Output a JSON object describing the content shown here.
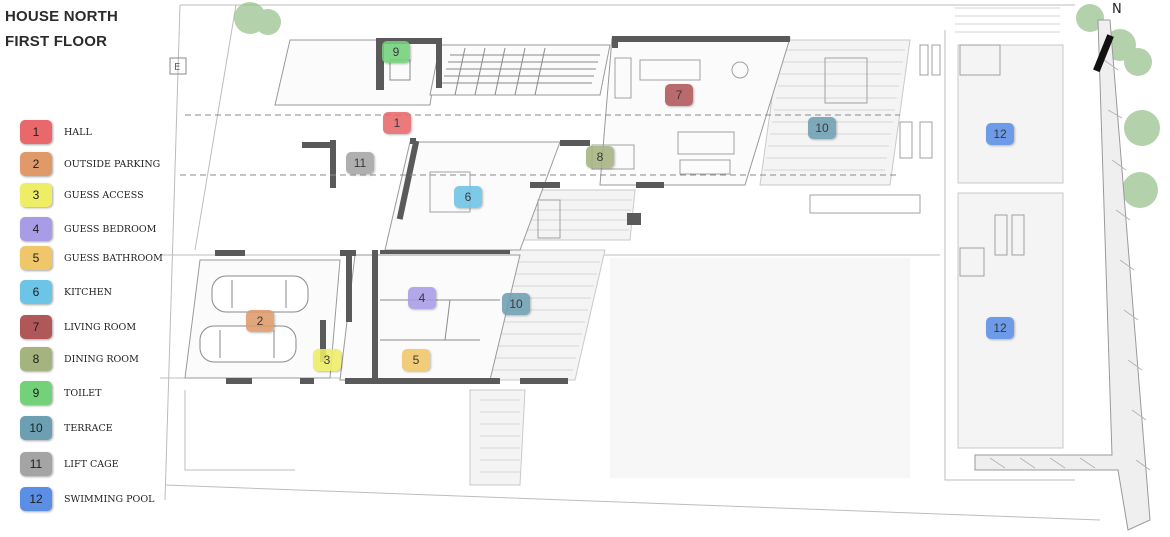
{
  "title": {
    "line1": "HOUSE NORTH",
    "line2": "FIRST FLOOR"
  },
  "north_label": "N",
  "legend": [
    {
      "num": "1",
      "label": "HALL",
      "color": "#e8686b"
    },
    {
      "num": "2",
      "label": "OUTSIDE PARKING",
      "color": "#e09a6a"
    },
    {
      "num": "3",
      "label": "GUESS ACCESS",
      "color": "#eeee66"
    },
    {
      "num": "4",
      "label": "GUESS BEDROOM",
      "color": "#a99ce6"
    },
    {
      "num": "5",
      "label": "GUESS BATHROOM",
      "color": "#f0c768"
    },
    {
      "num": "6",
      "label": "KITCHEN",
      "color": "#6cc4e6"
    },
    {
      "num": "7",
      "label": "LIVING ROOM",
      "color": "#b0575a"
    },
    {
      "num": "8",
      "label": "DINING ROOM",
      "color": "#a5b37f"
    },
    {
      "num": "9",
      "label": "TOILET",
      "color": "#73d17a"
    },
    {
      "num": "10",
      "label": "TERRACE",
      "color": "#6d9fb3"
    },
    {
      "num": "11",
      "label": "LIFT CAGE",
      "color": "#a4a4a4"
    },
    {
      "num": "12",
      "label": "SWIMMING POOL",
      "color": "#5b8fe6"
    }
  ],
  "plan_tags": [
    {
      "num": "9"
    },
    {
      "num": "1"
    },
    {
      "num": "11"
    },
    {
      "num": "7"
    },
    {
      "num": "8"
    },
    {
      "num": "10"
    },
    {
      "num": "6"
    },
    {
      "num": "12"
    },
    {
      "num": "4"
    },
    {
      "num": "10"
    },
    {
      "num": "2"
    },
    {
      "num": "3"
    },
    {
      "num": "5"
    },
    {
      "num": "12"
    }
  ]
}
